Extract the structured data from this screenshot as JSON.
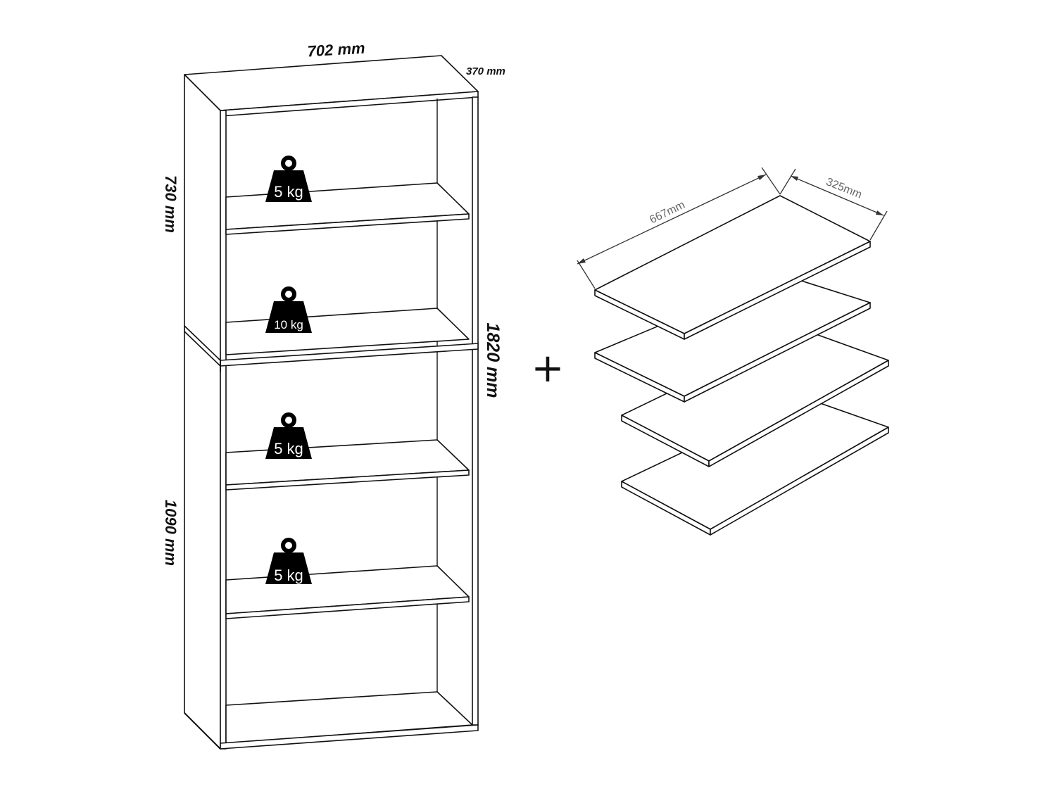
{
  "bookcase": {
    "width_label": "702 mm",
    "depth_label": "370 mm",
    "upper_height_label": "730 mm",
    "lower_height_label": "1090 mm",
    "total_height_label": "1820 mm",
    "shelf_loads": [
      {
        "label": "5 kg"
      },
      {
        "label": "10 kg"
      },
      {
        "label": "5 kg"
      },
      {
        "label": "5 kg"
      }
    ]
  },
  "plus_sign": "+",
  "extra_shelves": {
    "count": 4,
    "length_label": "667mm",
    "depth_label": "325mm"
  },
  "colors": {
    "line": "#111111",
    "weight_icon": "#000000",
    "background": "#ffffff",
    "dimension_light": "#666666"
  }
}
